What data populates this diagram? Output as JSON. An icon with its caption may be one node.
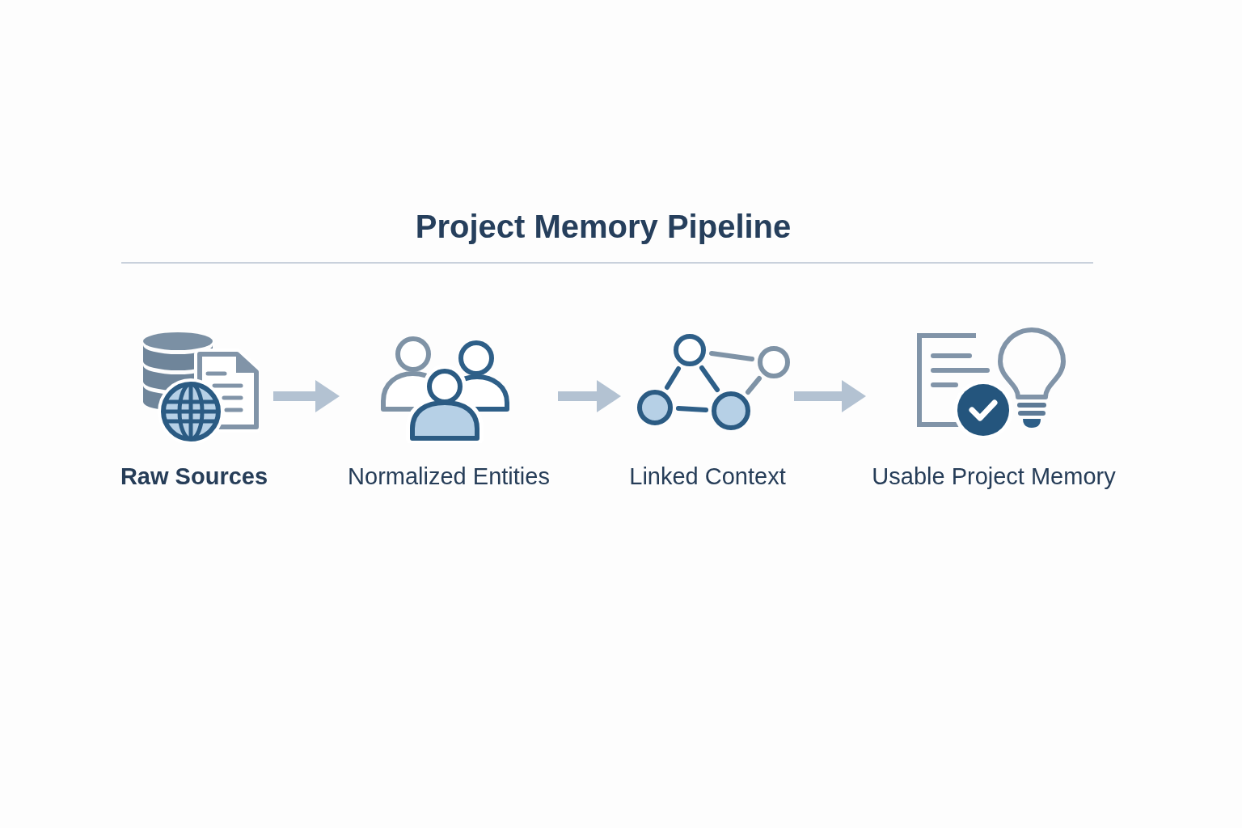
{
  "diagram": {
    "title": "Project Memory Pipeline",
    "nodes": [
      {
        "text": [
          "Raw Sources"
        ]
      },
      {
        "text": [
          "Normalized Entities"
        ]
      },
      {
        "text": [
          "Linked Context"
        ]
      },
      {
        "text": [
          "Usable Project Memory"
        ]
      }
    ],
    "edges": [
      {
        "from": 0,
        "to": 1,
        "arrow": "to"
      },
      {
        "from": 1,
        "to": 2,
        "arrow": "to"
      },
      {
        "from": 2,
        "to": 3,
        "arrow": "to"
      }
    ]
  }
}
